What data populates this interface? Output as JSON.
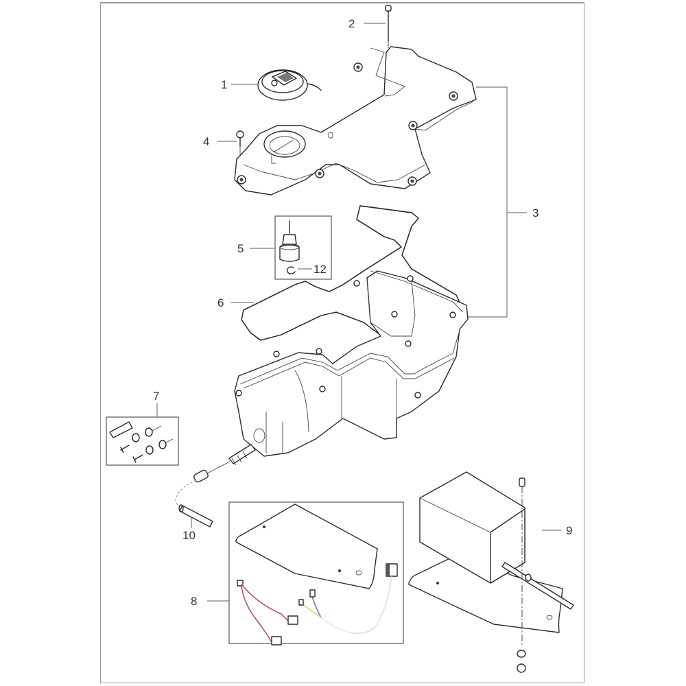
{
  "diagram": {
    "type": "exploded-parts-diagram",
    "callouts": [
      {
        "id": "1",
        "label": "1",
        "part": "filler-cap"
      },
      {
        "id": "2",
        "label": "2",
        "part": "long-bolt"
      },
      {
        "id": "3",
        "label": "3",
        "part": "oil-pan-assembly"
      },
      {
        "id": "4",
        "label": "4",
        "part": "screw"
      },
      {
        "id": "5",
        "label": "5",
        "part": "oil-level-sensor"
      },
      {
        "id": "6",
        "label": "6",
        "part": "gasket"
      },
      {
        "id": "7",
        "label": "7",
        "part": "fitting-kit"
      },
      {
        "id": "8",
        "label": "8",
        "part": "heater-wiring-kit"
      },
      {
        "id": "9",
        "label": "9",
        "part": "heater-block"
      },
      {
        "id": "10",
        "label": "10",
        "part": "hose"
      },
      {
        "id": "12",
        "label": "12",
        "part": "clip"
      }
    ],
    "colors": {
      "frame": "#9a9a9a",
      "line": "#2a2a2a",
      "leader": "#7a7a7a",
      "wire_red": "#c0506a",
      "wire_purple": "#8a64b8",
      "wire_yellow": "#d7d260"
    }
  }
}
